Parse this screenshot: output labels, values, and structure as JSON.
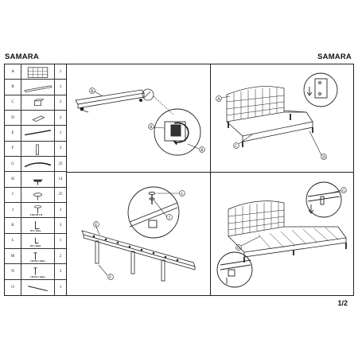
{
  "header": {
    "title_left": "SAMARA",
    "title_right": "SAMARA"
  },
  "footer": {
    "page": "1/2"
  },
  "parts": [
    {
      "letter": "A",
      "qty": "1",
      "icon": "headboard-grid-icon"
    },
    {
      "letter": "B",
      "qty": "1",
      "icon": "side-rail-icon"
    },
    {
      "letter": "C",
      "qty": "2",
      "icon": "bracket-block-icon"
    },
    {
      "letter": "D",
      "qty": "2",
      "icon": "corner-plate-icon"
    },
    {
      "letter": "E",
      "qty": "1",
      "icon": "long-bar-icon"
    },
    {
      "letter": "F",
      "qty": "3",
      "icon": "leg-icon"
    },
    {
      "letter": "G",
      "qty": "25",
      "icon": "slat-icon"
    },
    {
      "letter": "H",
      "qty": "14",
      "icon": "slat-holder-icon"
    },
    {
      "letter": "I",
      "qty": "25",
      "icon": "slat-cap-icon"
    },
    {
      "letter": "J",
      "qty": "3",
      "icon": "bolt-nut-icon",
      "spec": "8 M6 M4 S M"
    },
    {
      "letter": "K",
      "qty": "3",
      "icon": "allen-key-icon",
      "spec": "M5 x 70mm"
    },
    {
      "letter": "L",
      "qty": "1",
      "icon": "allen-key-small-icon",
      "spec": "M5 x 45mm"
    },
    {
      "letter": "M",
      "qty": "2",
      "icon": "bolt-icon",
      "spec": "C06 M4 x 25mm"
    },
    {
      "letter": "N",
      "qty": "2",
      "icon": "bolt-icon",
      "spec": "C06 M4 x 32mm"
    },
    {
      "letter": "O",
      "qty": "1",
      "icon": "screwdriver-icon"
    }
  ],
  "callouts": {
    "panel1": [
      "B",
      "B",
      "B"
    ],
    "panel2": [
      "A",
      "C",
      "D"
    ],
    "panel3": [
      "E",
      "F",
      "L",
      "J"
    ],
    "panel4": [
      "G",
      "G"
    ]
  }
}
